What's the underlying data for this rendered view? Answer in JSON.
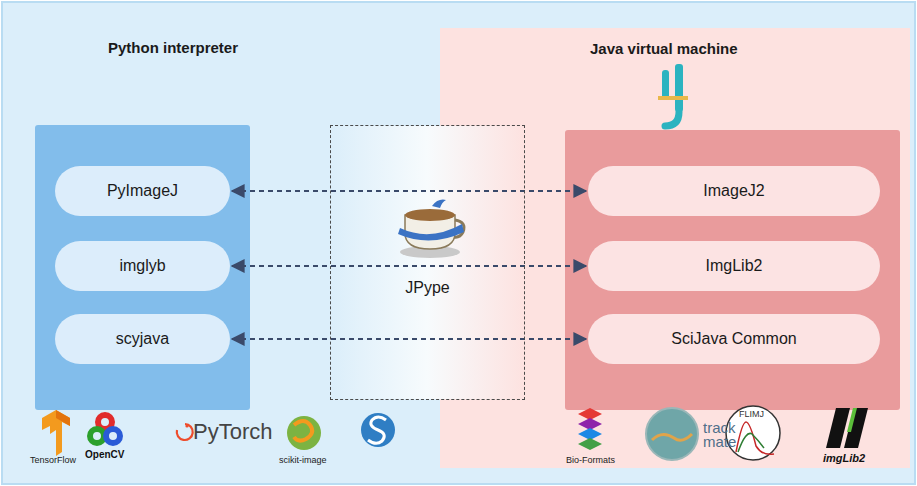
{
  "diagram": {
    "nodes": [
      {
        "text": [
          "Python interpreter"
        ]
      },
      {
        "text": [
          "PyImageJ"
        ],
        "in": 0
      },
      {
        "text": [
          "imglyb"
        ],
        "in": 0
      },
      {
        "text": [
          "scyjava"
        ],
        "in": 0
      },
      {
        "text": [
          "JPype"
        ]
      },
      {
        "text": [
          "Java virtual machine"
        ]
      },
      {
        "text": [
          "ImageJ2"
        ],
        "in": 5
      },
      {
        "text": [
          "ImgLib2"
        ],
        "in": 5
      },
      {
        "text": [
          "SciJava Common"
        ],
        "in": 5
      }
    ],
    "edges": [
      {
        "from": 1,
        "to": 6,
        "arrow": "both"
      },
      {
        "from": 2,
        "to": 7,
        "arrow": "both"
      },
      {
        "from": 3,
        "to": 8,
        "arrow": "both"
      }
    ],
    "labels": [
      "TensorFlow",
      "OpenCV",
      "PyTorch",
      "scikit-image",
      "Bio-Formats",
      "track mate",
      "FLIMJ",
      "imgLib2"
    ]
  }
}
